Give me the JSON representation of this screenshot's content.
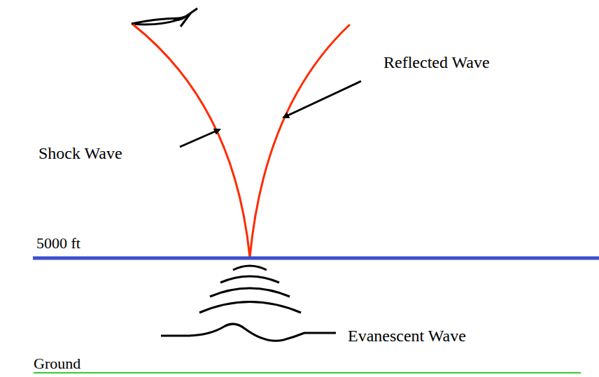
{
  "diagram": {
    "labels": [
      "Reflected Wave",
      "Shock Wave",
      "5000 ft",
      "Evanescent Wave",
      "Ground"
    ]
  }
}
